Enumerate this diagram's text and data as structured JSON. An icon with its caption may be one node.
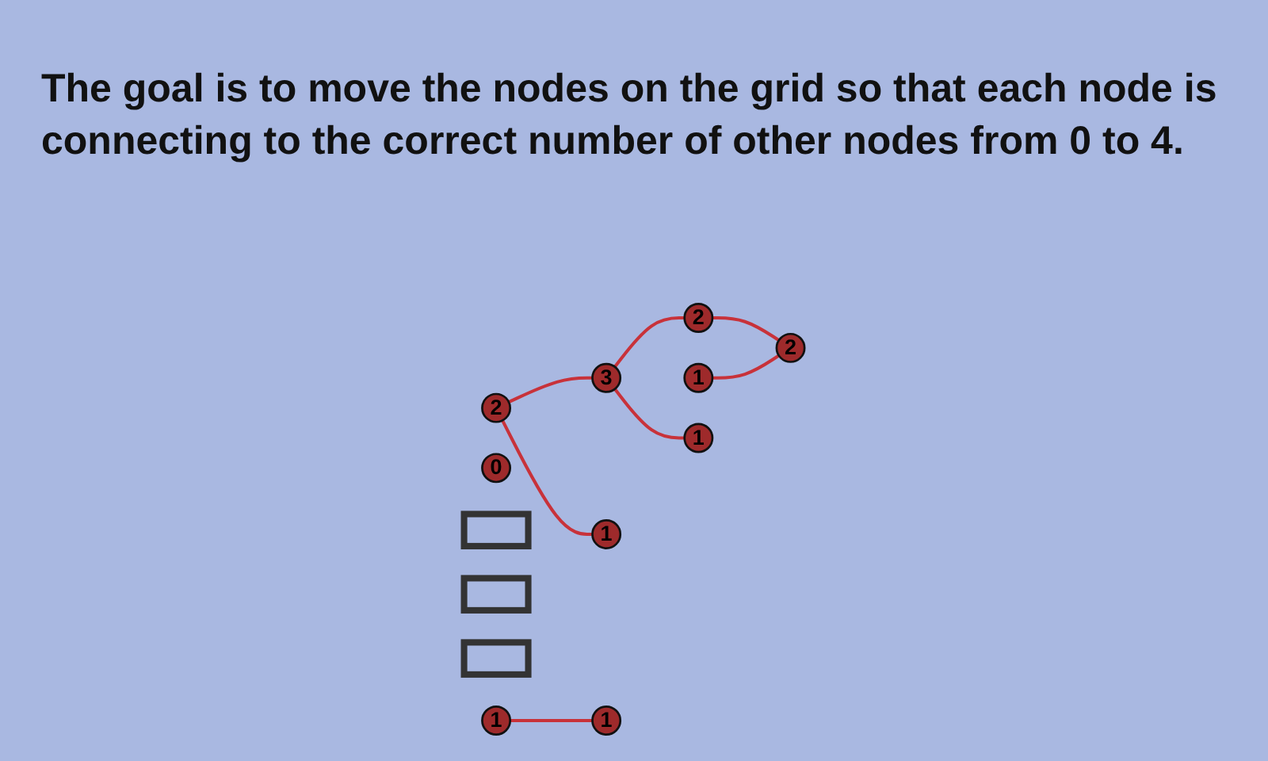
{
  "diagram": {
    "title": "The goal is to move the nodes on the grid so that each node is connecting to the correct number of other nodes from 0 to 4.",
    "nodes": [
      {
        "text": [
          "2"
        ]
      },
      {
        "text": [
          "3"
        ]
      },
      {
        "text": [
          "2"
        ]
      },
      {
        "text": [
          "0"
        ]
      },
      {
        "text": [],
        "shape": "box"
      },
      {
        "text": [
          "1"
        ]
      },
      {
        "text": [
          "2"
        ]
      },
      {
        "text": [],
        "shape": "box"
      },
      {
        "text": [
          "1"
        ]
      },
      {
        "text": [
          "1"
        ]
      },
      {
        "text": [],
        "shape": "box"
      },
      {
        "text": [
          "1"
        ]
      },
      {
        "text": [
          "1"
        ]
      }
    ],
    "edges": [
      {
        "from": 0,
        "to": 1,
        "arrow": "none"
      },
      {
        "from": 1,
        "to": 2,
        "arrow": "none"
      },
      {
        "from": 0,
        "to": 8,
        "arrow": "none"
      },
      {
        "from": 1,
        "to": 9,
        "arrow": "none"
      },
      {
        "from": 2,
        "to": 6,
        "arrow": "none"
      },
      {
        "from": 5,
        "to": 6,
        "arrow": "none"
      },
      {
        "from": 11,
        "to": 12,
        "arrow": "none"
      }
    ]
  }
}
